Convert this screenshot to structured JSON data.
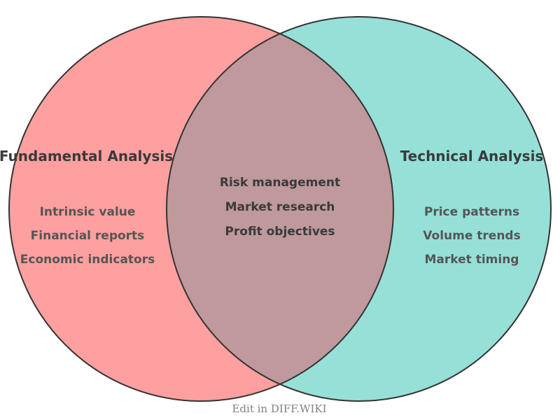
{
  "venn": {
    "left": {
      "title": "Fundamental Analysis",
      "items": [
        "Intrinsic value",
        "Financial reports",
        "Economic indicators"
      ],
      "fill": "#FFA0A0"
    },
    "right": {
      "title": "Technical Analysis",
      "items": [
        "Price patterns",
        "Volume trends",
        "Market timing"
      ],
      "fill": "#96E0D8"
    },
    "overlap": {
      "items": [
        "Risk management",
        "Market research",
        "Profit objectives"
      ],
      "fill": "#BF999B"
    },
    "outline_color": "#333333"
  },
  "footer": {
    "label": "Edit in DIFF.WIKI"
  }
}
